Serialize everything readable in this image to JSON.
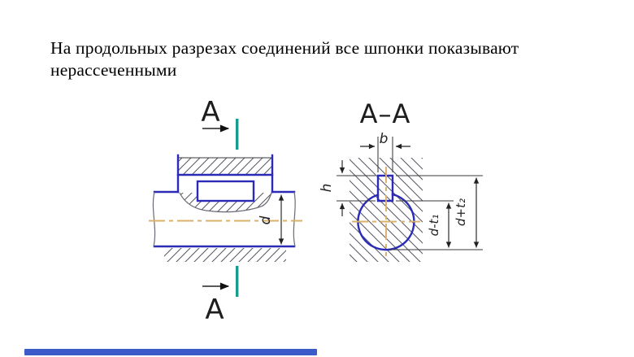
{
  "title": {
    "line1": "На продольных разрезах соединений все шпонки показывают",
    "line2": "нерассеченными"
  },
  "drawing": {
    "section_letter_top": "А",
    "section_letter_bottom": "А",
    "section_view_title": "А–А",
    "dims": {
      "b": "b",
      "h": "h",
      "d": "d",
      "d_minus_t1": "d-t₁",
      "d_plus_t2": "d+t₂"
    },
    "colors": {
      "outline_blue": "#2b2bb8",
      "hatch_gray": "#5a5a66",
      "centerline_orange": "#d9b169",
      "section_plane_teal": "#189a8f",
      "dimension_black": "#222222"
    }
  },
  "footer": {
    "accent_bar_color": "#3b5bc8"
  }
}
